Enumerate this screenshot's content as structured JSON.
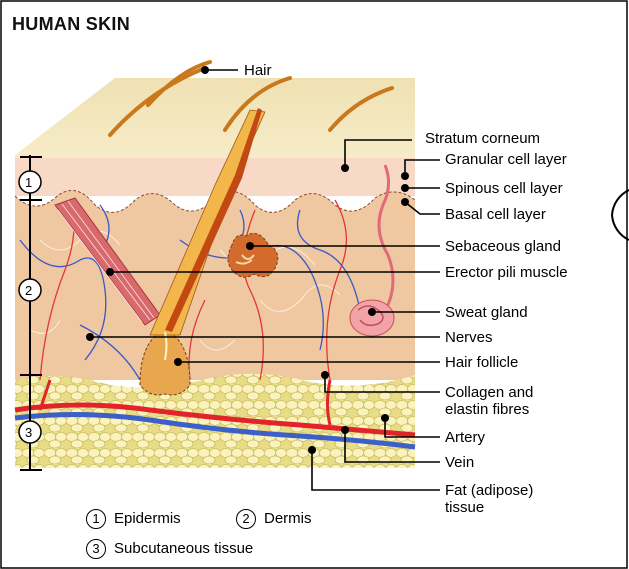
{
  "title": "HUMAN SKIN",
  "labels": {
    "hair": "Hair",
    "stratum_corneum": "Stratum corneum",
    "granular": "Granular cell layer",
    "spinous": "Spinous cell layer",
    "basal": "Basal cell layer",
    "sebaceous": "Sebaceous gland",
    "erector": "Erector pili muscle",
    "sweat": "Sweat gland",
    "nerves": "Nerves",
    "follicle": "Hair follicle",
    "collagen_1": "Collagen and",
    "collagen_2": "elastin fibres",
    "artery": "Artery",
    "vein": "Vein",
    "fat_1": "Fat (adipose)",
    "fat_2": "tissue"
  },
  "layer_markers": [
    "1",
    "2",
    "3"
  ],
  "legend": {
    "n1": "1",
    "epidermis": "Epidermis",
    "n2": "2",
    "dermis": "Dermis",
    "n3": "3",
    "subcutaneous": "Subcutaneous tissue"
  },
  "colors": {
    "epidermis": "#f7d7c4",
    "stratum": "#f3e6b9",
    "dermis": "#f0c8a2",
    "fat": "#fbf0b2",
    "artery": "#e0242a",
    "vein": "#3c5fc8",
    "hair": "#c9781c"
  }
}
